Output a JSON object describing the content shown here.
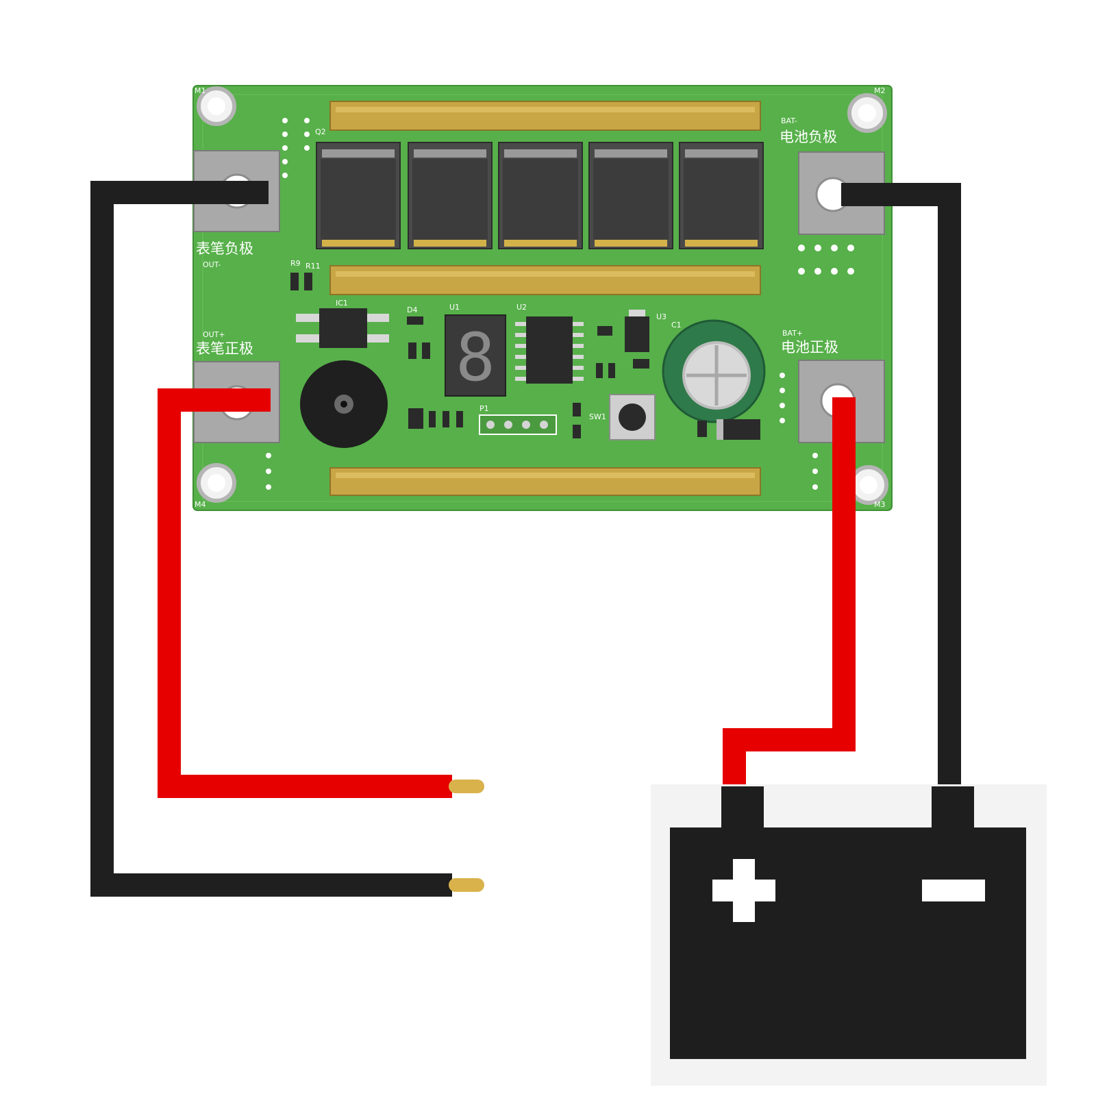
{
  "pcb": {
    "labels": {
      "bat_minus_en": "BAT-",
      "bat_minus_cn": "电池负极",
      "bat_plus_en": "BAT+",
      "bat_plus_cn": "电池正极",
      "out_minus_en": "OUT-",
      "out_minus_cn": "表笔负极",
      "out_plus_en": "OUT+",
      "out_plus_cn": "表笔正极",
      "q2": "Q2",
      "r9": "R9",
      "r11": "R11",
      "ic1": "IC1",
      "d4": "D4",
      "u1": "U1",
      "u2": "U2",
      "u3": "U3",
      "c1": "C1",
      "sw1": "SW1",
      "p1": "P1",
      "m1": "M1",
      "m2": "M2",
      "m3": "M3",
      "m4": "M4"
    },
    "display_digit": "8",
    "mosfet_count": 5
  },
  "colors": {
    "pcb_green": "#57b04a",
    "copper_bar": "#c8a646",
    "wire_black": "#1f1f1f",
    "wire_red": "#e60000",
    "probe_tip": "#d9b24c",
    "battery_body": "#1e1e1e"
  },
  "battery": {
    "plus_symbol": "+",
    "minus_symbol": "−"
  }
}
